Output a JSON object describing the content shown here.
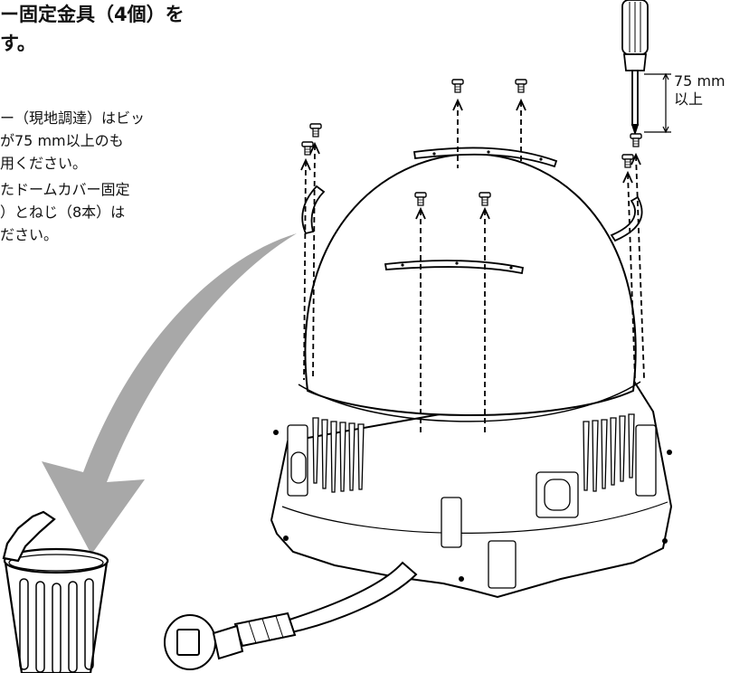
{
  "heading": {
    "line1": "ー固定金具（4個）を",
    "line2": "す。"
  },
  "notes": {
    "note1": [
      "ー（現地調達）はビッ",
      "が75 mm以上のも",
      "用ください。"
    ],
    "note2": [
      "たドームカバー固定",
      "）とねじ（8本）は",
      "ださい。"
    ]
  },
  "dimension": {
    "value": "75 mm",
    "suffix": "以上"
  },
  "icons": [
    "screwdriver-icon",
    "screw-icon",
    "dome-camera",
    "trash-can-icon",
    "curved-arrow-icon",
    "cable-connector-icon"
  ]
}
